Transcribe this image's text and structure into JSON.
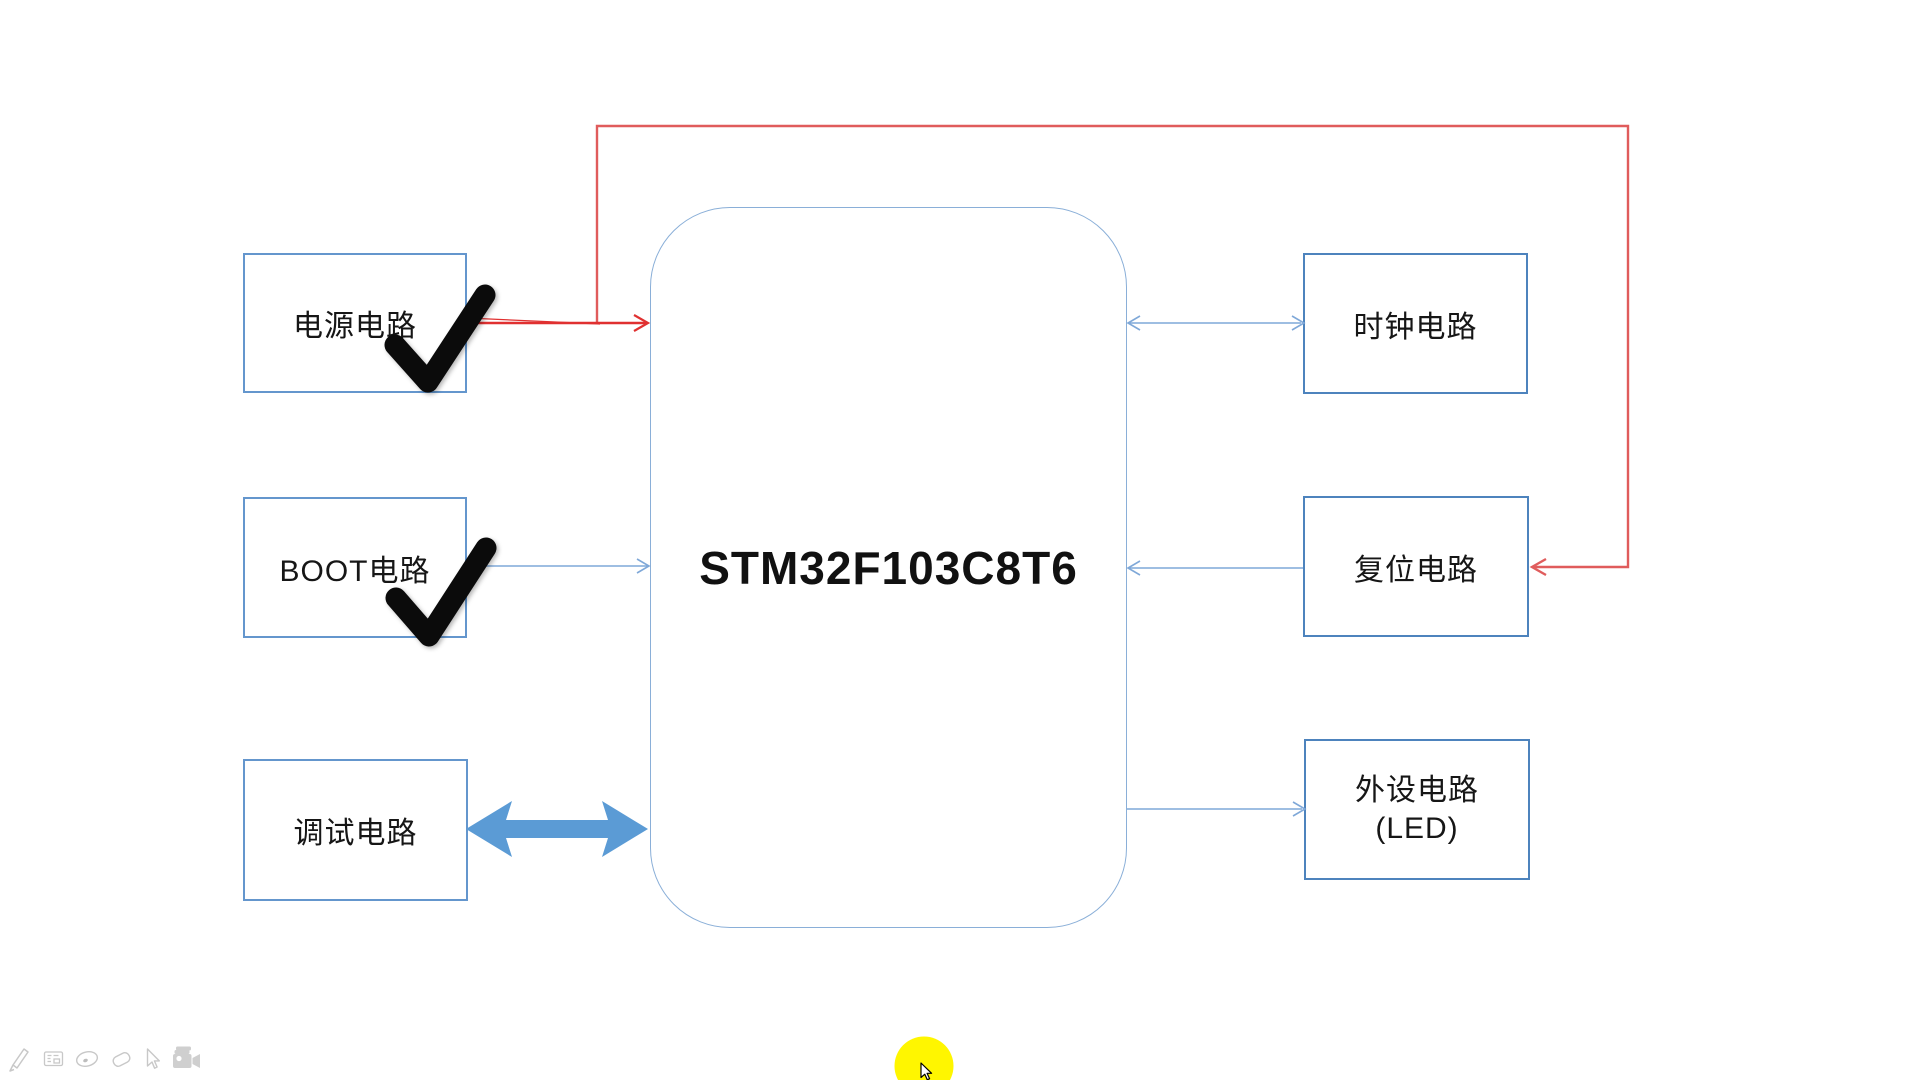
{
  "mcu": {
    "label": "STM32F103C8T6"
  },
  "nodes": {
    "power": {
      "label": "电源电路",
      "checked": true
    },
    "boot": {
      "label": "BOOT电路",
      "checked": true
    },
    "debug": {
      "label": "调试电路"
    },
    "clock": {
      "label": "时钟电路"
    },
    "reset": {
      "label": "复位电路"
    },
    "peripheral": {
      "label": "外设电路",
      "sublabel": "(LED)"
    }
  },
  "connections": [
    {
      "from": "power",
      "to": "mcu",
      "style": "red-arrow"
    },
    {
      "from": "power",
      "to": "reset",
      "style": "red-elbow-around-top"
    },
    {
      "from": "boot",
      "to": "mcu",
      "style": "thin-blue-arrow"
    },
    {
      "from": "mcu",
      "to": "clock",
      "style": "thin-blue-double-arrow"
    },
    {
      "from": "reset",
      "to": "mcu",
      "style": "thin-blue-arrow"
    },
    {
      "from": "mcu",
      "to": "peripheral",
      "style": "thin-blue-arrow"
    },
    {
      "from": "debug",
      "to": "mcu",
      "style": "thick-blue-double-arrow"
    }
  ],
  "annotations": {
    "checkmarks": [
      "power",
      "boot"
    ],
    "pointer_highlight": "yellow-circle-with-cursor"
  },
  "toolbar": {
    "icons": [
      "pen-icon",
      "notes-panel-icon",
      "laser-pointer-icon",
      "eraser-icon",
      "cursor-icon",
      "camera-icon"
    ]
  },
  "colors": {
    "box_border_left": "#6496cd",
    "box_border_right": "#4d83bd",
    "mcu_border": "#8aafd8",
    "connector_blue": "#7fa8d8",
    "shape_blue": "#5b9bd5",
    "annotation_red_bright": "#e03030",
    "annotation_red_soft": "#e05c5c",
    "check_black": "#0b0b0b",
    "highlight_yellow": "#fff600",
    "toolbar_gray": "#c8c8c8"
  }
}
